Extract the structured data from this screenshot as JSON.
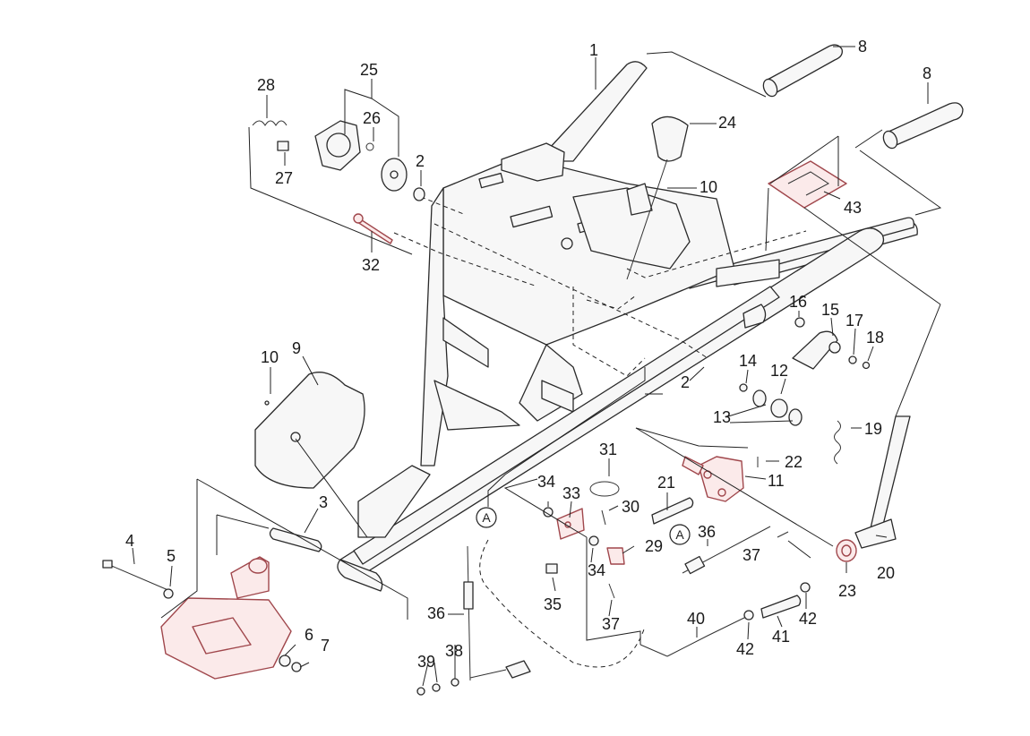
{
  "callouts": {
    "c1": "1",
    "c2a": "2",
    "c2b": "2",
    "c3": "3",
    "c4": "4",
    "c5": "5",
    "c6": "6",
    "c7": "7",
    "c8a": "8",
    "c8b": "8",
    "c9": "9",
    "c10a": "10",
    "c10b": "10",
    "c11": "11",
    "c12": "12",
    "c13": "13",
    "c14": "14",
    "c15": "15",
    "c16": "16",
    "c17": "17",
    "c18": "18",
    "c19": "19",
    "c20": "20",
    "c21": "21",
    "c22": "22",
    "c23": "23",
    "c24": "24",
    "c25": "25",
    "c26": "26",
    "c27": "27",
    "c28": "28",
    "c29": "29",
    "c30": "30",
    "c31": "31",
    "c32": "32",
    "c33": "33",
    "c34a": "34",
    "c34b": "34",
    "c35": "35",
    "c36a": "36",
    "c36b": "36",
    "c37a": "37",
    "c37b": "37",
    "c38": "38",
    "c39": "39",
    "c40": "40",
    "c41": "41",
    "c42a": "42",
    "c42b": "42",
    "c43": "43"
  },
  "reference_markers": {
    "a1": "A",
    "a2": "A"
  },
  "colors": {
    "line": "#222222",
    "highlight": "#a0474c",
    "highlight_fill": "#fbeaea"
  }
}
